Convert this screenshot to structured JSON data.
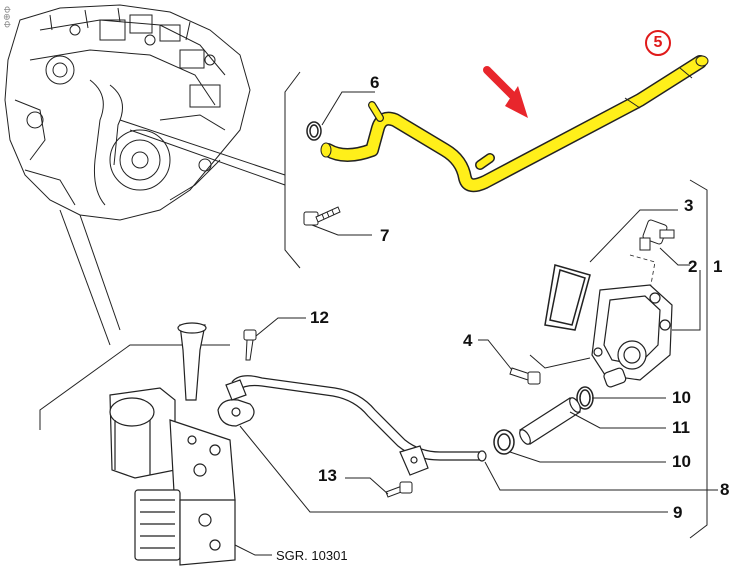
{
  "diagram": {
    "highlight_color": "#ffef1a",
    "arrow_color": "#e8262c",
    "highlight_ring_color": "#e01a1a",
    "highlighted_part": "5",
    "part_labels": {
      "p1": "1",
      "p2": "2",
      "p3": "3",
      "p4": "4",
      "p5": "5",
      "p6": "6",
      "p7": "7",
      "p8": "8",
      "p9": "9",
      "p10a": "10",
      "p10b": "10",
      "p11": "11",
      "p12": "12",
      "p13": "13"
    },
    "reference": "SGR. 10301",
    "corner_marks": "Φ⊕Φ"
  }
}
